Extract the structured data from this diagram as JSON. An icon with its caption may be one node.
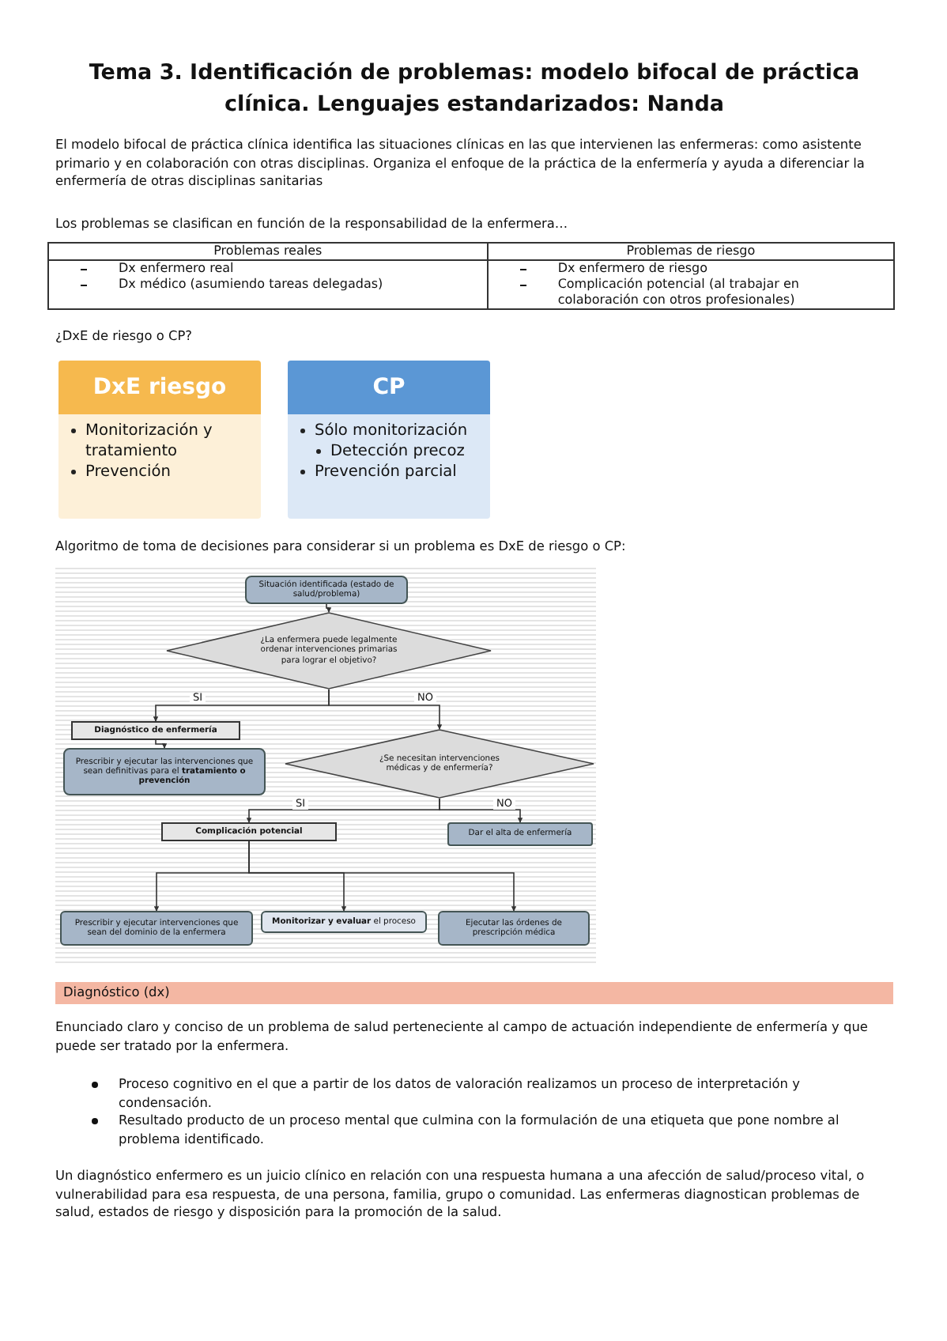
{
  "diagram": {
    "title": "Tema 3. Identificación de problemas: modelo bifocal de práctica clínica. Lenguajes estandarizados: Nanda",
    "nodes": [
      {
        "text": [
          "DxE riesgo",
          "Monitorización y tratamiento",
          "Prevención"
        ]
      },
      {
        "text": [
          "CP",
          "Sólo monitorización",
          "Detección precoz",
          "Prevención parcial"
        ]
      },
      {
        "text": [
          "Situación identificada (estado de salud/problema)"
        ]
      },
      {
        "text": [
          "¿La enfermera puede legalmente ordenar intervenciones primarias para lograr el objetivo?"
        ]
      },
      {
        "text": [
          "Diagnóstico de enfermería"
        ]
      },
      {
        "text": [
          "Prescribir y ejecutar las intervenciones que sean definitivas para el **tratamiento o prevención**"
        ]
      },
      {
        "text": [
          "¿Se necesitan intervenciones médicas y de enfermería?"
        ]
      },
      {
        "text": [
          "Complicación potencial"
        ]
      },
      {
        "text": [
          "Dar el alta de enfermería"
        ]
      },
      {
        "text": [
          "Prescribir y ejecutar intervenciones que sean del dominio de la enfermera"
        ]
      },
      {
        "text": [
          "**Monitorizar y evaluar** el proceso"
        ]
      },
      {
        "text": [
          "Ejecutar las órdenes de prescripción médica"
        ]
      },
      {
        "text": [
          "Diagnóstico (dx)"
        ]
      }
    ],
    "edges": [
      {
        "from": 2,
        "to": 3,
        "arrow": "to"
      },
      {
        "from": 3,
        "to": 4,
        "arrow": "to",
        "label": "SI"
      },
      {
        "from": 3,
        "to": 6,
        "arrow": "to",
        "label": "NO"
      },
      {
        "from": 4,
        "to": 5,
        "arrow": "to"
      },
      {
        "from": 6,
        "to": 7,
        "arrow": "to",
        "label": "SI"
      },
      {
        "from": 6,
        "to": 8,
        "arrow": "to",
        "label": "NO"
      },
      {
        "from": 7,
        "to": 9,
        "arrow": "to"
      },
      {
        "from": 7,
        "to": 10,
        "arrow": "to"
      },
      {
        "from": 7,
        "to": 11,
        "arrow": "to"
      }
    ],
    "labels": [
      "El modelo bifocal de práctica clínica identifica las situaciones clínicas en las que intervienen las enfermeras: como asistente primario y en colaboración con otras disciplinas. Organiza el enfoque de la práctica de la enfermería y ayuda a diferenciar la enfermería de otras disciplinas sanitarias",
      "Los problemas se clasifican en función de la responsabilidad de la enfermera…",
      "Problemas reales",
      "Problemas de riesgo",
      "Dx enfermero real",
      "Dx enfermero de riesgo",
      "Dx médico (asumiendo tareas delegadas)",
      "Complicación potencial (al trabajar en colaboración con otros profesionales)",
      "¿DxE de riesgo o CP?",
      "Algoritmo de toma de decisiones para considerar si un problema es DxE de riesgo o CP:",
      "Enunciado claro y conciso de un problema de salud perteneciente al campo de actuación independiente de enfermería y que puede ser tratado por la enfermera.",
      "Proceso cognitivo en el que a partir de los datos de valoración realizamos un proceso de interpretación y condensación.",
      "Resultado producto de un proceso mental que culmina con la formulación de una etiqueta que pone nombre al problema identificado.",
      "Un diagnóstico enfermero es un juicio clínico en relación con una respuesta humana a una afección de salud/proceso vital, o vulnerabilidad para esa respuesta, de una persona, familia, grupo o comunidad. Las enfermeras diagnostican problemas de salud, estados de riesgo y disposición para la promoción de la salud."
    ]
  }
}
